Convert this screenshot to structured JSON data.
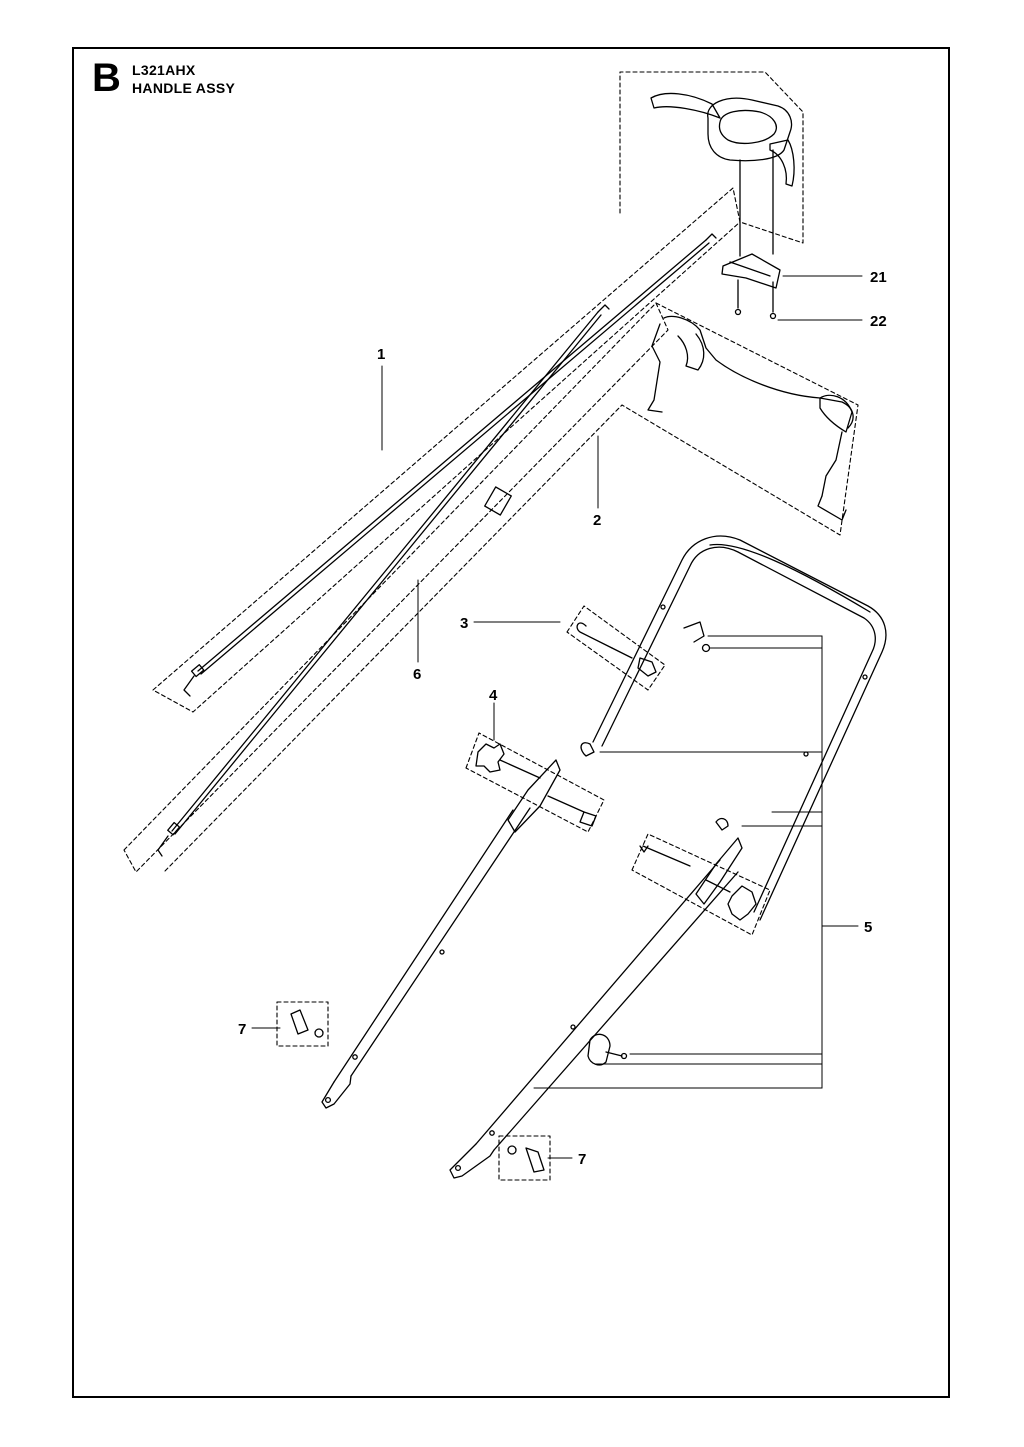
{
  "header": {
    "section": "B",
    "model": "L321AHX",
    "title": "HANDLE ASSY"
  },
  "callouts": [
    {
      "id": "c21",
      "label": "21"
    },
    {
      "id": "c22",
      "label": "22"
    },
    {
      "id": "c1",
      "label": "1"
    },
    {
      "id": "c2",
      "label": "2"
    },
    {
      "id": "c3",
      "label": "3"
    },
    {
      "id": "c4",
      "label": "4"
    },
    {
      "id": "c5",
      "label": "5"
    },
    {
      "id": "c6",
      "label": "6"
    },
    {
      "id": "c7a",
      "label": "7"
    },
    {
      "id": "c7b",
      "label": "7"
    }
  ]
}
